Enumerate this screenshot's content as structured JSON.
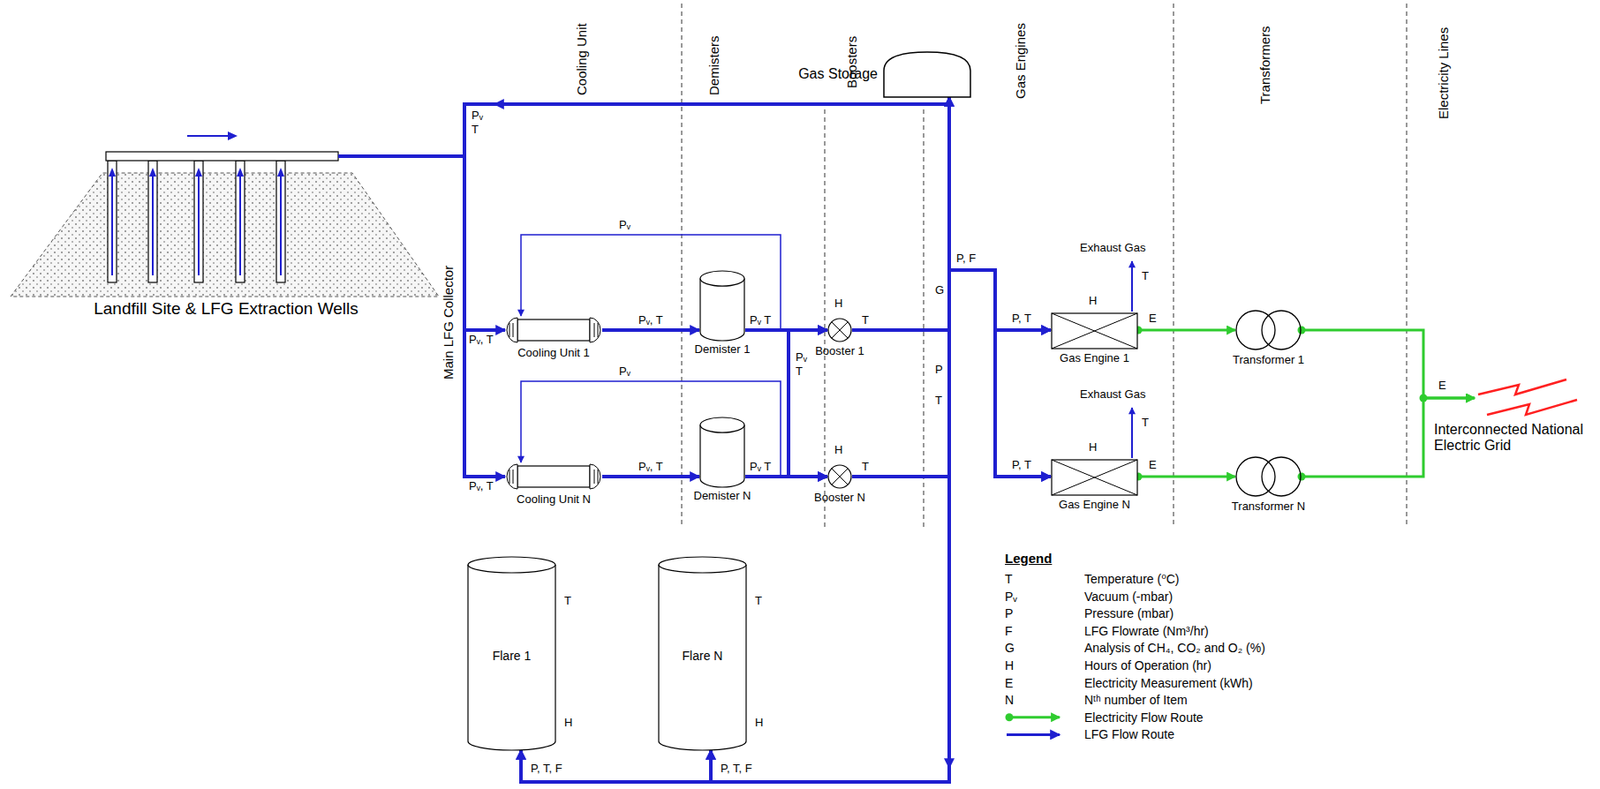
{
  "diagram": {
    "nodes": [
      {
        "text": [
          "Landfill Site & LFG Extraction Wells"
        ]
      },
      {
        "text": [
          "Gas Storage"
        ]
      },
      {
        "text": [
          "Cooling Unit 1"
        ]
      },
      {
        "text": [
          "Demister 1"
        ]
      },
      {
        "text": [
          "Booster 1"
        ]
      },
      {
        "text": [
          "Gas Engine 1"
        ]
      },
      {
        "text": [
          "Transformer 1"
        ]
      },
      {
        "text": [
          "Cooling Unit N"
        ]
      },
      {
        "text": [
          "Demister N"
        ]
      },
      {
        "text": [
          "Booster N"
        ]
      },
      {
        "text": [
          "Gas Engine N"
        ]
      },
      {
        "text": [
          "Transformer N"
        ]
      },
      {
        "text": [
          "Interconnected National Electric Grid"
        ]
      },
      {
        "text": [
          "Flare 1"
        ]
      },
      {
        "text": [
          "Flare N"
        ]
      }
    ],
    "edges": [
      {
        "from": 0,
        "to": 2,
        "arrow": "to"
      },
      {
        "from": 0,
        "to": 7,
        "arrow": "to"
      },
      {
        "from": 2,
        "to": 3,
        "arrow": "to"
      },
      {
        "from": 3,
        "to": 2,
        "arrow": "to"
      },
      {
        "from": 3,
        "to": 4,
        "arrow": "to"
      },
      {
        "from": 3,
        "to": 9,
        "arrow": "to"
      },
      {
        "from": 7,
        "to": 8,
        "arrow": "to"
      },
      {
        "from": 8,
        "to": 7,
        "arrow": "to"
      },
      {
        "from": 8,
        "to": 4,
        "arrow": "to"
      },
      {
        "from": 8,
        "to": 9,
        "arrow": "to"
      },
      {
        "from": 4,
        "to": 1,
        "arrow": "to"
      },
      {
        "from": 4,
        "to": 5,
        "arrow": "to"
      },
      {
        "from": 4,
        "to": 10,
        "arrow": "to"
      },
      {
        "from": 4,
        "to": 13,
        "arrow": "to"
      },
      {
        "from": 4,
        "to": 14,
        "arrow": "to"
      },
      {
        "from": 9,
        "to": 1,
        "arrow": "to"
      },
      {
        "from": 9,
        "to": 5,
        "arrow": "to"
      },
      {
        "from": 9,
        "to": 10,
        "arrow": "to"
      },
      {
        "from": 9,
        "to": 13,
        "arrow": "to"
      },
      {
        "from": 9,
        "to": 14,
        "arrow": "to"
      },
      {
        "from": 5,
        "to": 6,
        "arrow": "to"
      },
      {
        "from": 6,
        "to": 12,
        "arrow": "to"
      },
      {
        "from": 10,
        "to": 11,
        "arrow": "to"
      },
      {
        "from": 11,
        "to": 12,
        "arrow": "to"
      }
    ],
    "labels": [
      "Cooling Unit",
      "Demisters",
      "Boosters",
      "Gas Engines",
      "Transformers",
      "Electricity Lines",
      "Main LFG Collector",
      "Pᵥ",
      "T",
      "Pᵥ",
      "Pᵥ, T",
      "Pᵥ, T",
      "Pᵥ T",
      "Pᵥ",
      "T",
      "H",
      "T",
      "G",
      "P, F",
      "P",
      "T",
      "Exhaust Gas",
      "T",
      "H",
      "P, T",
      "E",
      "E",
      "Pᵥ",
      "Pᵥ, T",
      "Pᵥ, T",
      "Pᵥ T",
      "H",
      "T",
      "Exhaust Gas",
      "T",
      "H",
      "P, T",
      "E",
      "T",
      "H",
      "T",
      "H",
      "P, T, F",
      "P, T, F",
      "Legend",
      "T",
      "Pᵥ",
      "P",
      "F",
      "G",
      "H",
      "E",
      "N"
    ],
    "legend": [
      {
        "text": "Temperature (⁰C)"
      },
      {
        "text": "Vacuum (-mbar)"
      },
      {
        "text": "Pressure (mbar)"
      },
      {
        "text": "LFG Flowrate (Nm³/hr)"
      },
      {
        "text": "Analysis of CH₄, CO₂ and O₂ (%)"
      },
      {
        "text": "Hours of Operation (hr)"
      },
      {
        "text": "Electricity Measurement (kWh)"
      },
      {
        "text": "Nᵗʰ number of Item"
      },
      {
        "text": "Electricity Flow Route"
      },
      {
        "text": "LFG Flow Route"
      }
    ]
  }
}
